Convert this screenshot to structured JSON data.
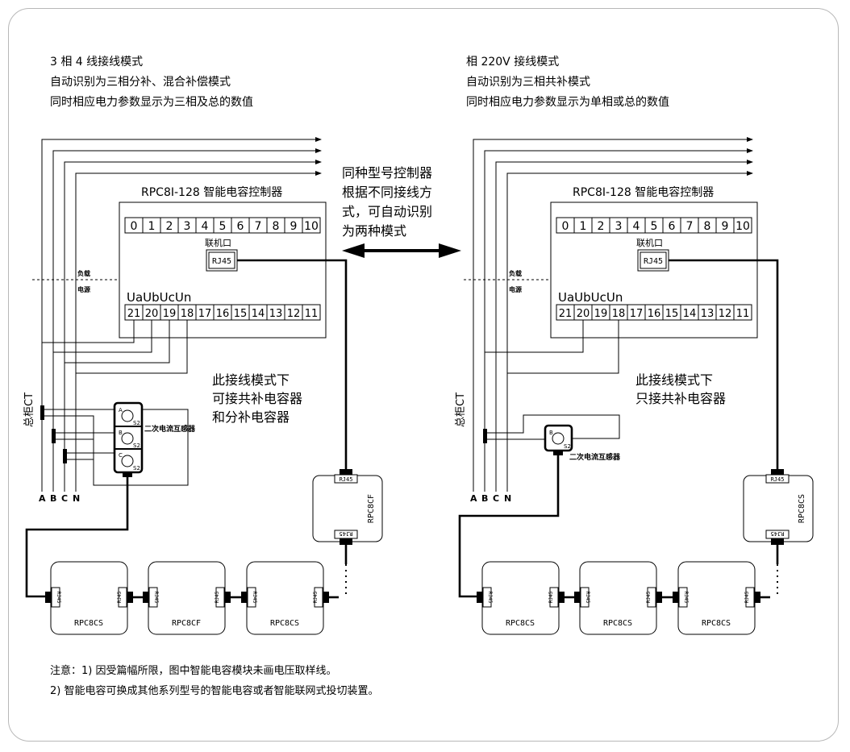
{
  "left": {
    "title_lines": [
      "3 相 4 线接线模式",
      "自动识别为三相分补、混合补偿模式",
      "同时相应电力参数显示为三相及总的数值"
    ],
    "controller_title": "RPC8I-128 智能电容控制器",
    "terminals_top": [
      "0",
      "1",
      "2",
      "3",
      "4",
      "5",
      "6",
      "7",
      "8",
      "9",
      "10"
    ],
    "terminals_bottom": [
      "21",
      "20",
      "19",
      "18",
      "17",
      "16",
      "15",
      "14",
      "13",
      "12",
      "11"
    ],
    "voltage_label": "UaUbUcUn",
    "link_port_label": "联机口",
    "rj45": "RJ45",
    "load_label": "负载",
    "source_label": "电源",
    "ct_label": "总柜CT",
    "phases": [
      "A",
      "B",
      "C",
      "N"
    ],
    "aux_ct_label": "二次电流互感器",
    "aux_ct_letters": [
      "A",
      "B",
      "C"
    ],
    "s2": "S2",
    "mode_note": [
      "此接线模式下",
      "可接共补电容器",
      "和分补电容器"
    ],
    "side_module": "RPC8CF",
    "bottom_modules": [
      "RPC8CS",
      "RPC8CF",
      "RPC8CS"
    ]
  },
  "center_note": [
    "同种型号控制器",
    "根据不同接线方",
    "式，可自动识别",
    "为两种模式"
  ],
  "right": {
    "title_lines": [
      "相 220V 接线模式",
      "自动识别为三相共补模式",
      "同时相应电力参数显示为单相或总的数值"
    ],
    "controller_title": "RPC8I-128 智能电容控制器",
    "terminals_top": [
      "0",
      "1",
      "2",
      "3",
      "4",
      "5",
      "6",
      "7",
      "8",
      "9",
      "10"
    ],
    "terminals_bottom": [
      "21",
      "20",
      "19",
      "18",
      "17",
      "16",
      "15",
      "14",
      "13",
      "12",
      "11"
    ],
    "voltage_label": "UaUbUcUn",
    "link_port_label": "联机口",
    "rj45": "RJ45",
    "load_label": "负载",
    "source_label": "电源",
    "ct_label": "总柜CT",
    "phases": [
      "A",
      "B",
      "C",
      "N"
    ],
    "aux_ct_label": "二次电流互感器",
    "aux_ct_letter": "B",
    "s2": "S2",
    "mode_note": [
      "此接线模式下",
      "只接共补电容器"
    ],
    "side_module": "RPC8CS",
    "bottom_modules": [
      "RPC8CS",
      "RPC8CS",
      "RPC8CS"
    ]
  },
  "footer": [
    "注意：1) 因受篇幅所限，图中智能电容模块未画电压取样线。",
    "2) 智能电容可换成其他系列型号的智能电容或者智能联网式投切装置。"
  ]
}
